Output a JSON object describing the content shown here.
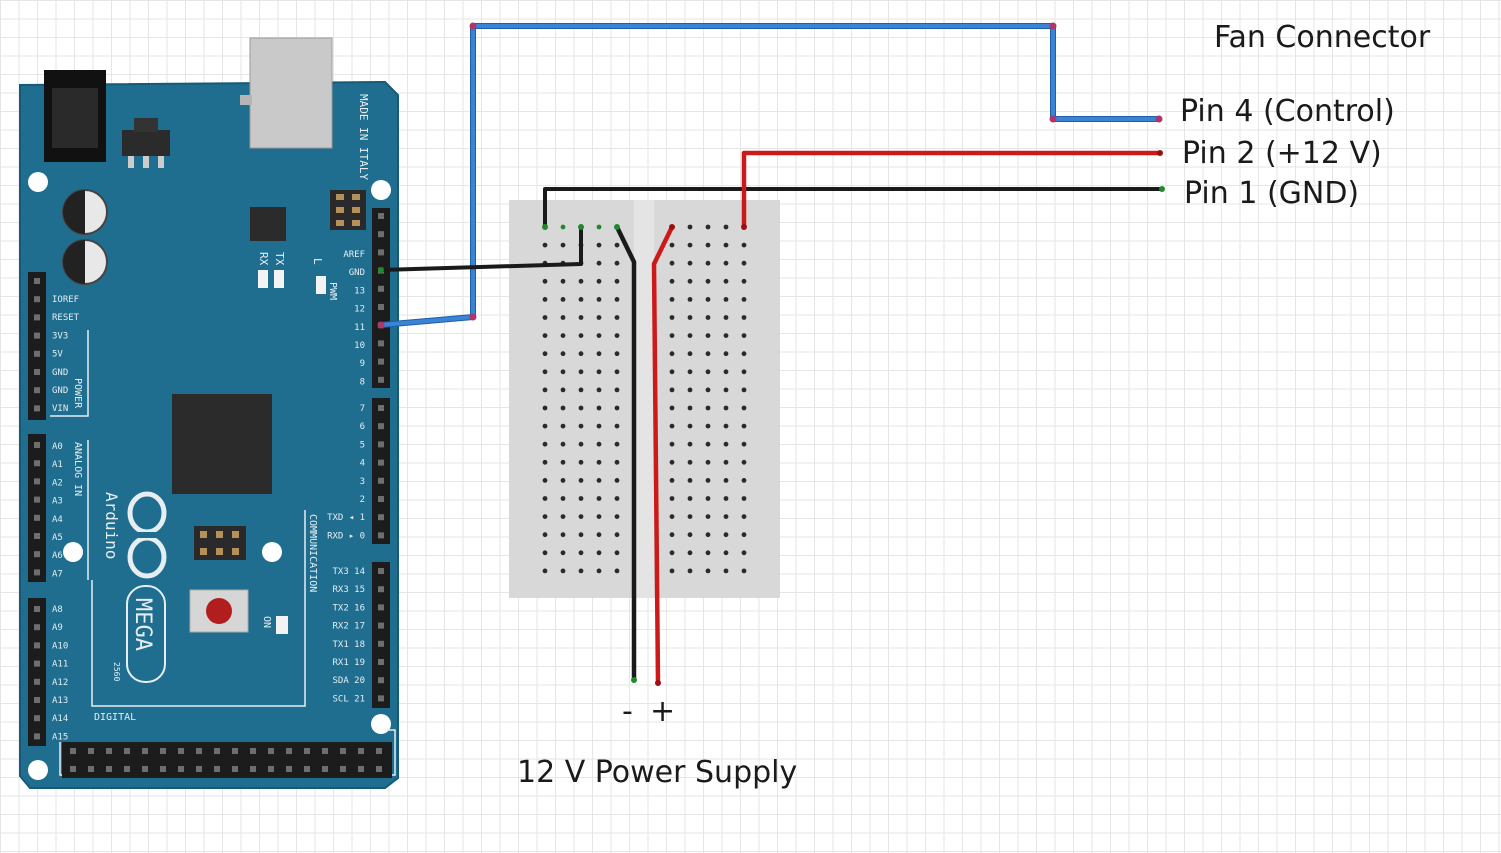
{
  "colors": {
    "board": "#1f6d8f",
    "wire_blue": "#3a84d6",
    "wire_red": "#cc1a1a",
    "wire_black": "#1a1a1a",
    "breadboard": "#d8d8d8"
  },
  "fan": {
    "title": "Fan Connector",
    "pins": [
      {
        "label": "Pin 4 (Control)"
      },
      {
        "label": "Pin 2 (+12 V)"
      },
      {
        "label": "Pin 1 (GND)"
      }
    ]
  },
  "supply": {
    "minus": "-",
    "plus": "+",
    "label": "12 V Power Supply"
  },
  "arduino": {
    "brand": "Arduino",
    "model": "MEGA",
    "model_sub": "2560",
    "made_in": "MADE IN ITALY",
    "power_header": "POWER",
    "analog_header": "ANALOG IN",
    "digital_header": "DIGITAL",
    "comm_header": "COMMUNICATION",
    "pwm_header": "PWM",
    "on_label": "ON",
    "led_l": "L",
    "tx": "TX",
    "rx": "RX",
    "power_pins": [
      "IOREF",
      "RESET",
      "3V3",
      "5V",
      "GND",
      "GND",
      "VIN"
    ],
    "analog_pins": [
      "A0",
      "A1",
      "A2",
      "A3",
      "A4",
      "A5",
      "A6",
      "A7"
    ],
    "analog_pins2": [
      "A8",
      "A9",
      "A10",
      "A11",
      "A12",
      "A13",
      "A14",
      "A15"
    ],
    "right_pins_top": [
      "AREF",
      "GND",
      "13",
      "12",
      "11",
      "10",
      "9",
      "8"
    ],
    "right_pins_mid": [
      "7",
      "6",
      "5",
      "4",
      "3",
      "2",
      "TXD ◂ 1",
      "RXD ▸ 0"
    ],
    "right_pins_bot": [
      "TX3 14",
      "RX3 15",
      "TX2 16",
      "RX2 17",
      "TX1 18",
      "RX1 19",
      "SDA 20",
      "SCL 21"
    ]
  }
}
